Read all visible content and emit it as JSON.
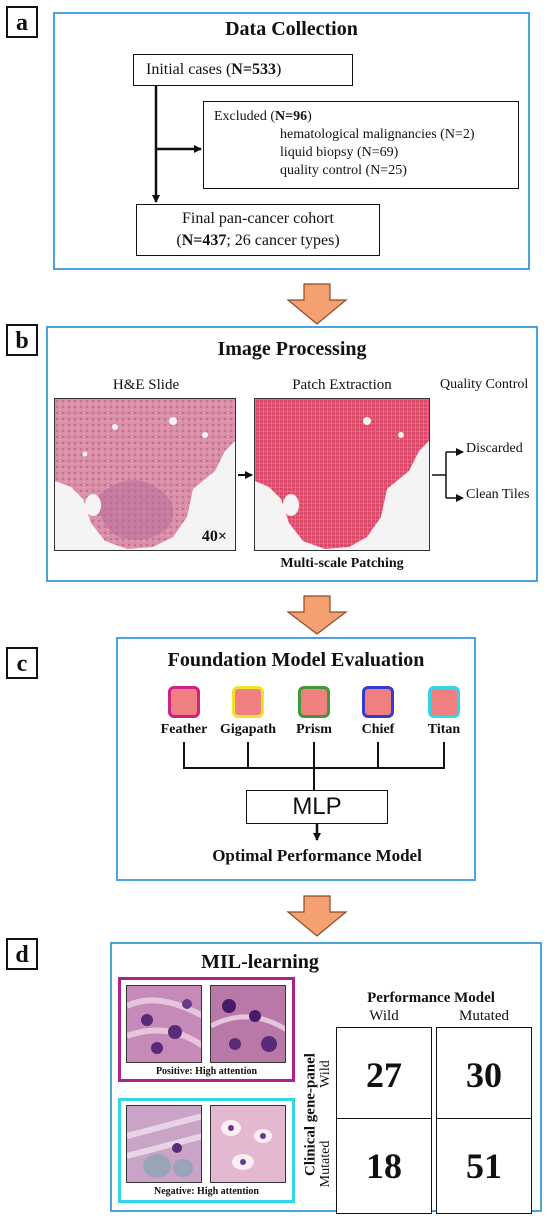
{
  "panel_a": {
    "letter": "a",
    "title": "Data Collection",
    "initial": {
      "label": "Initial cases (",
      "n": "N=533",
      "close": ")"
    },
    "excluded": {
      "label": "Excluded (",
      "n": "N=96",
      "close": ")",
      "items": [
        "hematological malignancies (N=2)",
        "liquid biopsy (N=69)",
        "quality control (N=25)"
      ]
    },
    "final": {
      "line1": "Final pan-cancer cohort",
      "open": "(",
      "n": "N=437",
      "rest": "; 26 cancer types)"
    }
  },
  "panel_b": {
    "letter": "b",
    "title": "Image Processing",
    "slide_label": "H&E Slide",
    "patch_label": "Patch Extraction",
    "qc_label": "Quality Control",
    "magnification": "40×",
    "patching_caption": "Multi-scale Patching",
    "outputs": [
      "Discarded",
      "Clean Tiles"
    ]
  },
  "panel_c": {
    "letter": "c",
    "title": "Foundation Model Evaluation",
    "models": [
      {
        "name": "Feather",
        "color": "#d0208a"
      },
      {
        "name": "Gigapath",
        "color": "#f2e12a"
      },
      {
        "name": "Prism",
        "color": "#3f9a3a"
      },
      {
        "name": "Chief",
        "color": "#3a3ad0"
      },
      {
        "name": "Titan",
        "color": "#33d6e6"
      }
    ],
    "fill_color": "#f08080",
    "mlp_label": "MLP",
    "result": "Optimal Performance Model"
  },
  "panel_d": {
    "letter": "d",
    "title": "MIL-learning",
    "positive_caption": "Positive: High attention",
    "negative_caption": "Negative: High attention",
    "positive_color": "#b0208a",
    "negative_color": "#33d6e6",
    "matrix_title": "Performance Model",
    "col_headers": [
      "Wild",
      "Mutated"
    ],
    "row_axis": "Clinical gene-panel",
    "row_headers": [
      "Wild",
      "Mutated"
    ],
    "cells": [
      [
        "27",
        "30"
      ],
      [
        "18",
        "51"
      ]
    ]
  },
  "colors": {
    "panel_border": "#4aa3df",
    "arrow_fill": "#f4a070",
    "arrow_stroke": "#8a4a2a"
  }
}
